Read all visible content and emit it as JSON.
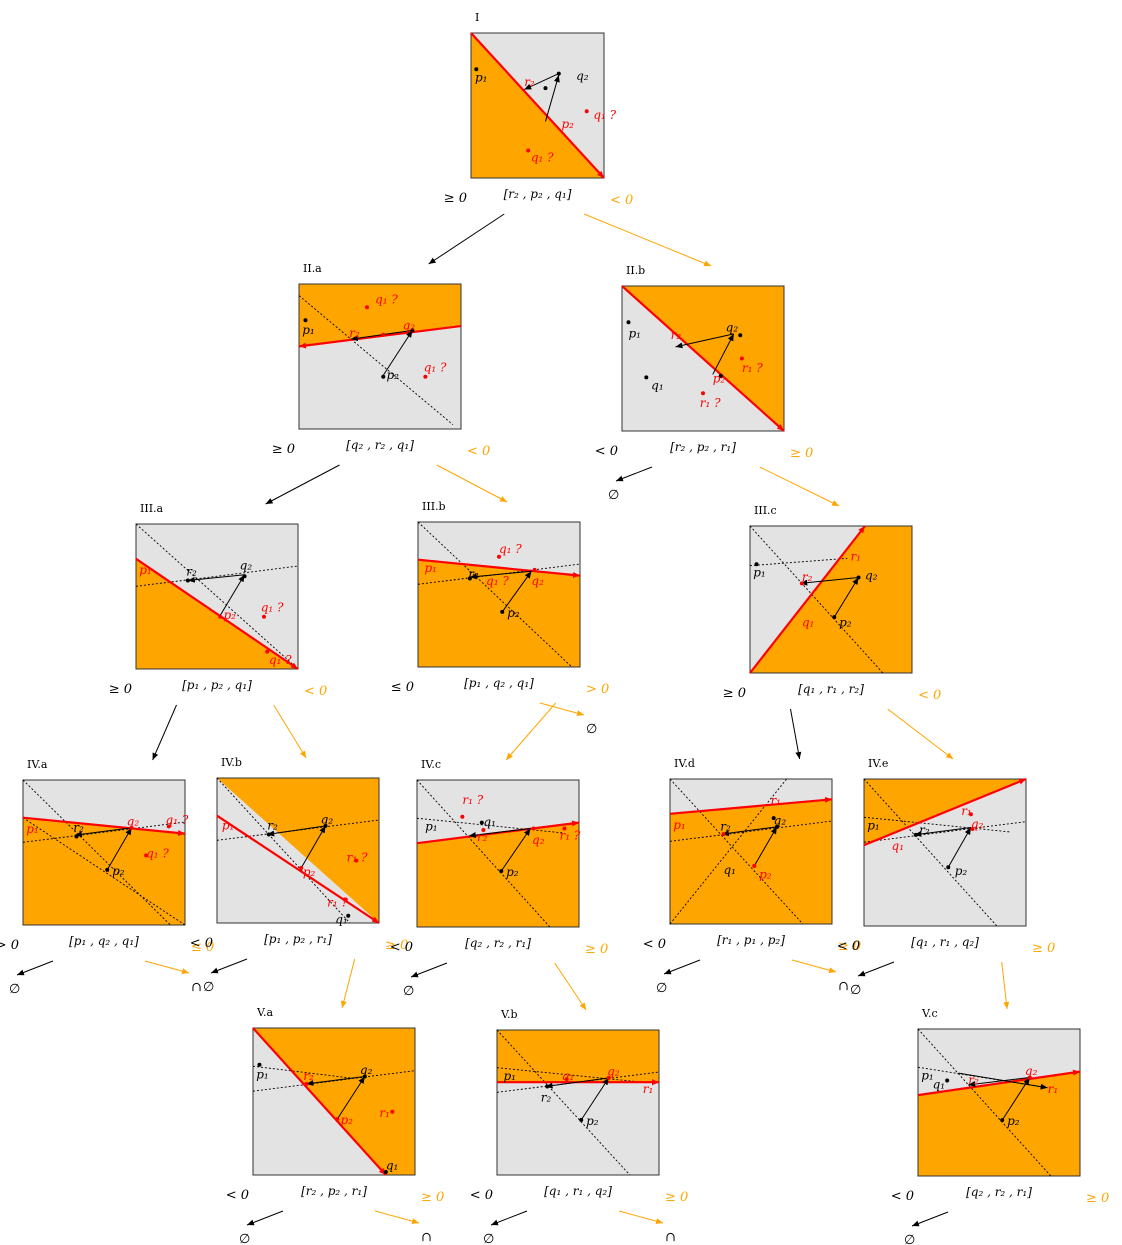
{
  "colors": {
    "orange": "#ffa500",
    "gray": "#e3e3e3",
    "red": "#ff0000",
    "black": "#000000",
    "edge": "#333333"
  },
  "tiles": [
    {
      "id": "I",
      "title": "I",
      "triple": "[r₂ , p₂ , q₁]",
      "left": "≥ 0",
      "right": "< 0",
      "labels": [
        {
          "t": "p₁",
          "c": "k"
        },
        {
          "t": "r₂",
          "c": "r"
        },
        {
          "t": "q₂",
          "c": "k"
        },
        {
          "t": "p₂",
          "c": "r"
        },
        {
          "t": "q₁ ?",
          "c": "r"
        },
        {
          "t": "q₁ ?",
          "c": "r"
        }
      ]
    },
    {
      "id": "IIa",
      "title": "II.a",
      "triple": "[q₂ , r₂ , q₁]",
      "left": "≥ 0",
      "right": "< 0",
      "labels": [
        {
          "t": "q₁ ?",
          "c": "r"
        },
        {
          "t": "p₁",
          "c": "k"
        },
        {
          "t": "r₂",
          "c": "r"
        },
        {
          "t": "q₂",
          "c": "r"
        },
        {
          "t": "p₂",
          "c": "k"
        },
        {
          "t": "q₁ ?",
          "c": "r"
        }
      ]
    },
    {
      "id": "IIb",
      "title": "II.b",
      "triple": "[r₂ , p₂ , r₁]",
      "left": "< 0",
      "right": "≥ 0",
      "leaf_left": "∅",
      "labels": [
        {
          "t": "p₁",
          "c": "k"
        },
        {
          "t": "r₂",
          "c": "r"
        },
        {
          "t": "q₂",
          "c": "k"
        },
        {
          "t": "r₁ ?",
          "c": "r"
        },
        {
          "t": "p₂",
          "c": "r"
        },
        {
          "t": "q₁",
          "c": "k"
        },
        {
          "t": "r₁ ?",
          "c": "r"
        }
      ]
    },
    {
      "id": "IIIa",
      "title": "III.a",
      "triple": "[p₁ , p₂ , q₁]",
      "left": "≥ 0",
      "right": "< 0",
      "labels": [
        {
          "t": "r₂",
          "c": "k"
        },
        {
          "t": "q₂",
          "c": "k"
        },
        {
          "t": "p₁",
          "c": "r"
        },
        {
          "t": "p₂",
          "c": "r"
        },
        {
          "t": "q₁ ?",
          "c": "r"
        },
        {
          "t": "q₁ ?",
          "c": "r"
        }
      ]
    },
    {
      "id": "IIIb",
      "title": "III.b",
      "triple": "[p₁ , q₂ , q₁]",
      "left": "≤ 0",
      "right": "> 0",
      "leaf_right": "∅",
      "labels": [
        {
          "t": "q₁ ?",
          "c": "r"
        },
        {
          "t": "p₁",
          "c": "r"
        },
        {
          "t": "r₂",
          "c": "k"
        },
        {
          "t": "q₁ ?",
          "c": "r"
        },
        {
          "t": "q₂",
          "c": "r"
        },
        {
          "t": "p₂",
          "c": "k"
        }
      ]
    },
    {
      "id": "IIIc",
      "title": "III.c",
      "triple": "[q₁ , r₁ , r₂]",
      "left": "≥ 0",
      "right": "< 0",
      "labels": [
        {
          "t": "r₁",
          "c": "r"
        },
        {
          "t": "p₁",
          "c": "k"
        },
        {
          "t": "r₂",
          "c": "r"
        },
        {
          "t": "q₂",
          "c": "k"
        },
        {
          "t": "q₁",
          "c": "r"
        },
        {
          "t": "p₂",
          "c": "k"
        }
      ]
    },
    {
      "id": "IVa",
      "title": "IV.a",
      "triple": "[p₁ , q₂ , q₁]",
      "left": "> 0",
      "right": "≤ 0",
      "leaf_left": "∅",
      "leaf_right": "∩",
      "labels": [
        {
          "t": "p₁",
          "c": "r"
        },
        {
          "t": "r₂",
          "c": "k"
        },
        {
          "t": "q₂",
          "c": "r"
        },
        {
          "t": "q₁ ?",
          "c": "r"
        },
        {
          "t": "q₁ ?",
          "c": "r"
        },
        {
          "t": "p₂",
          "c": "k"
        }
      ]
    },
    {
      "id": "IVb",
      "title": "IV.b",
      "triple": "[p₁ , p₂ , r₁]",
      "left": "< 0",
      "right": "≥ 0",
      "leaf_left": "∅",
      "labels": [
        {
          "t": "p₁",
          "c": "r"
        },
        {
          "t": "r₂",
          "c": "k"
        },
        {
          "t": "q₂",
          "c": "k"
        },
        {
          "t": "r₁ ?",
          "c": "r"
        },
        {
          "t": "p₂",
          "c": "r"
        },
        {
          "t": "r₁ ?",
          "c": "r"
        },
        {
          "t": "q₁",
          "c": "k"
        }
      ]
    },
    {
      "id": "IVc",
      "title": "IV.c",
      "triple": "[q₂ , r₂ , r₁]",
      "left": "< 0",
      "right": "≥ 0",
      "leaf_left": "∅",
      "labels": [
        {
          "t": "r₁ ?",
          "c": "r"
        },
        {
          "t": "p₁",
          "c": "k"
        },
        {
          "t": "q₁",
          "c": "k"
        },
        {
          "t": "r₂",
          "c": "r"
        },
        {
          "t": "q₂",
          "c": "r"
        },
        {
          "t": "r₁ ?",
          "c": "r"
        },
        {
          "t": "p₂",
          "c": "k"
        }
      ]
    },
    {
      "id": "IVd",
      "title": "IV.d",
      "triple": "[r₁ , p₁ , p₂]",
      "left": "< 0",
      "right": "≥ 0",
      "leaf_left": "∅",
      "leaf_right": "∩",
      "labels": [
        {
          "t": "r₁",
          "c": "r"
        },
        {
          "t": "p₁",
          "c": "r"
        },
        {
          "t": "r₂",
          "c": "k"
        },
        {
          "t": "q₂",
          "c": "k"
        },
        {
          "t": "q₁",
          "c": "k"
        },
        {
          "t": "p₂",
          "c": "r"
        }
      ]
    },
    {
      "id": "IVe",
      "title": "IV.e",
      "triple": "[q₁ , r₁ , q₂]",
      "left": "< 0",
      "right": "≥ 0",
      "leaf_left": "∅",
      "labels": [
        {
          "t": "r₁",
          "c": "r"
        },
        {
          "t": "p₁",
          "c": "k"
        },
        {
          "t": "q₂",
          "c": "r"
        },
        {
          "t": "r₂",
          "c": "k"
        },
        {
          "t": "q₁",
          "c": "r"
        },
        {
          "t": "p₂",
          "c": "k"
        }
      ]
    },
    {
      "id": "Va",
      "title": "V.a",
      "triple": "[r₂ , p₂ , r₁]",
      "left": "< 0",
      "right": "≥ 0",
      "leaf_left": "∅",
      "leaf_right": "∩",
      "labels": [
        {
          "t": "p₁",
          "c": "k"
        },
        {
          "t": "r₂",
          "c": "r"
        },
        {
          "t": "q₂",
          "c": "k"
        },
        {
          "t": "r₁",
          "c": "r"
        },
        {
          "t": "p₂",
          "c": "r"
        },
        {
          "t": "q₁",
          "c": "k"
        }
      ]
    },
    {
      "id": "Vb",
      "title": "V.b",
      "triple": "[q₁ , r₁ , q₂]",
      "left": "< 0",
      "right": "≥ 0",
      "leaf_left": "∅",
      "leaf_right": "∩",
      "labels": [
        {
          "t": "p₁",
          "c": "k"
        },
        {
          "t": "q₁",
          "c": "r"
        },
        {
          "t": "q₂",
          "c": "r"
        },
        {
          "t": "r₂",
          "c": "k"
        },
        {
          "t": "r₁",
          "c": "r"
        },
        {
          "t": "p₂",
          "c": "k"
        }
      ]
    },
    {
      "id": "Vc",
      "title": "V.c",
      "triple": "[q₂ , r₂ , r₁]",
      "left": "< 0",
      "right": "≥ 0",
      "leaf_left": "∅",
      "labels": [
        {
          "t": "p₁",
          "c": "k"
        },
        {
          "t": "q₂",
          "c": "r"
        },
        {
          "t": "q₁",
          "c": "k"
        },
        {
          "t": "r₂",
          "c": "r"
        },
        {
          "t": "r₁",
          "c": "r"
        },
        {
          "t": "p₂",
          "c": "k"
        }
      ]
    }
  ]
}
